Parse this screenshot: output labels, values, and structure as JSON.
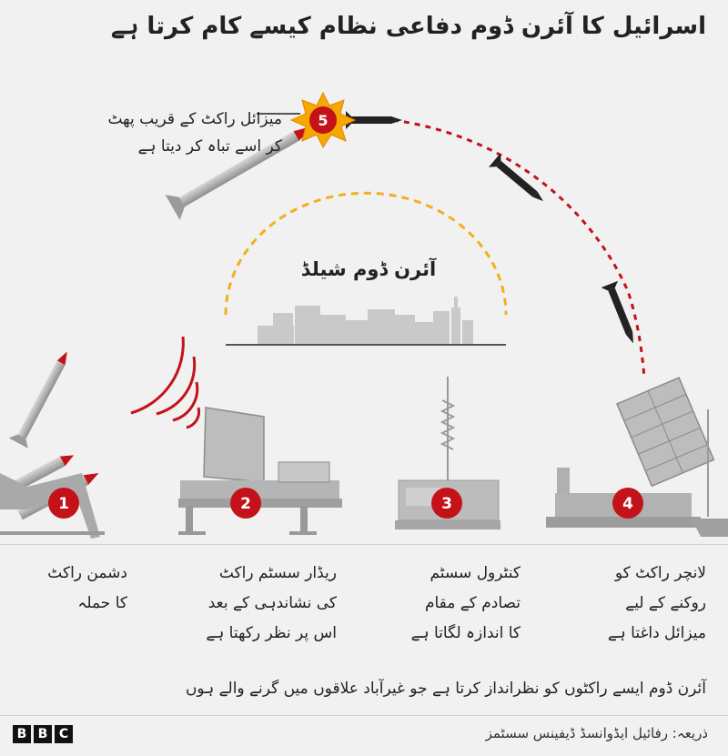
{
  "title": "اسرائیل کا آئرن ڈوم دفاعی نظام کیسے کام کرتا ہے",
  "callout": {
    "number": "5",
    "line1": "میزائل راکٹ کے قریب پھٹ",
    "line2": "کر اسے تباہ کر دیتا ہے"
  },
  "shield_label": "آئرن ڈوم شیلڈ",
  "stages": [
    {
      "number": "1",
      "lines": [
        "دشمن راکٹ",
        "کا حملہ"
      ]
    },
    {
      "number": "2",
      "lines": [
        "ریڈار سسٹم راکٹ",
        "کی نشاندہی کے بعد",
        "اس  پر نظر رکھتا ہے"
      ]
    },
    {
      "number": "3",
      "lines": [
        "کنٹرول سسٹم",
        "تصادم کے مقام",
        "کا اندازہ لگاتا ہے"
      ]
    },
    {
      "number": "4",
      "lines": [
        "لانچر راکٹ کو",
        "روکنے کے لیے",
        "میزائل داغتا ہے"
      ]
    }
  ],
  "footer_note": "آئرن ڈوم ایسے راکٹوں کو نظرانداز کرتا ہے جو غیرآباد علاقوں میں گرنے والے ہوں",
  "source": "ذریعہ: رفائیل ایڈوانسڈ ڈیفینس سسٹمز",
  "logo": [
    "B",
    "B",
    "C"
  ],
  "colors": {
    "badge_red": "#c4121a",
    "trajectory_red": "#c4121a",
    "shield_yellow": "#f2b01e",
    "explosion": "#f5a800",
    "machine_gray": "#b5b5b5",
    "skyline_gray": "#c9c9c9"
  }
}
